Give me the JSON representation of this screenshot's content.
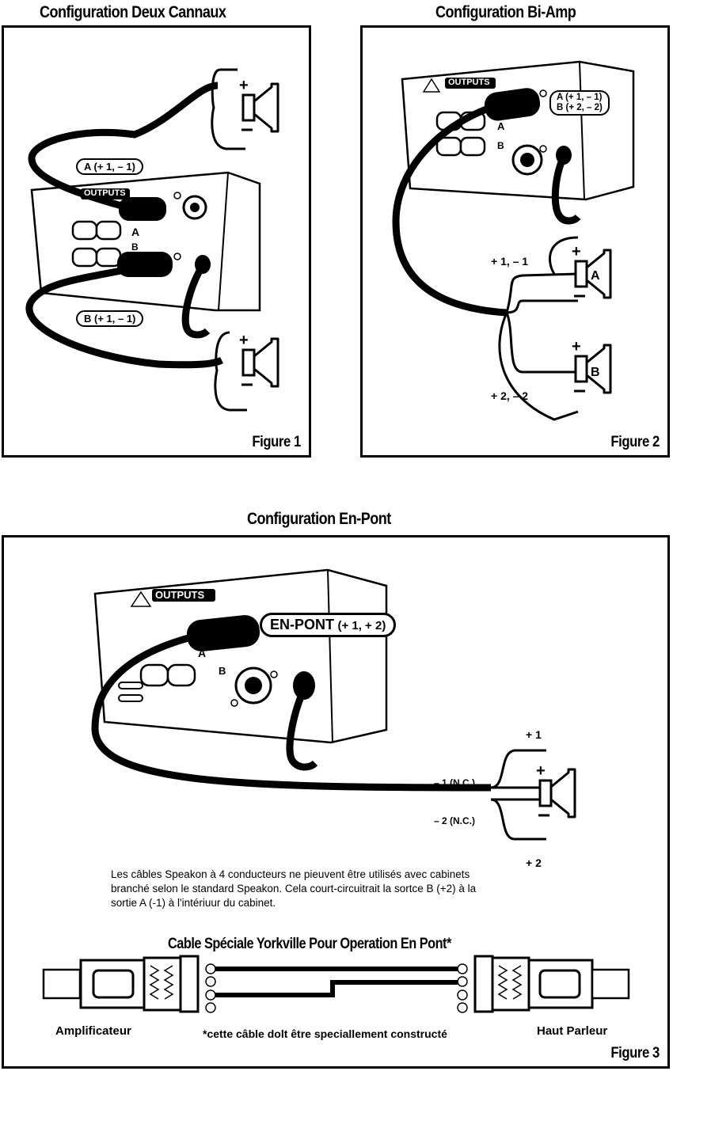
{
  "fig1": {
    "title": "Configuration Deux Cannaux",
    "label": "Figure 1",
    "cable_a": "A (+ 1, – 1)",
    "cable_b": "B (+ 1, – 1)",
    "panel_text": "OUTPUTS"
  },
  "fig2": {
    "title": "Configuration Bi-Amp",
    "label": "Figure 2",
    "cable_a": "A  (+ 1, – 1)",
    "cable_b": "B  (+ 2, – 2)",
    "pair1": "+ 1,  – 1",
    "pair2": "+ 2,  – 2",
    "speaker_a": "A",
    "speaker_b": "B",
    "panel_text": "OUTPUTS"
  },
  "fig3": {
    "title": "Configuration En-Pont",
    "label": "Figure 3",
    "bridge_bold": "EN-PONT",
    "bridge_pins": "(+ 1, + 2)",
    "pin_plus1": "+ 1",
    "pin_minus1": "– 1 (N.C.)",
    "pin_minus2": "– 2 (N.C.)",
    "pin_plus2": "+ 2",
    "panel_text": "OUTPUTS",
    "note": "Les câbles Speakon à 4 conducteurs ne pieuvent être utilisés avec cabinets branché selon le standard Speakon. Cela court-circuitrait la sortce B (+2) à la sortie A (-1) à l'intériuur du cabinet.",
    "cable_title": "Cable Spéciale Yorkville Pour Operation En Pont*",
    "amp_label": "Amplificateur",
    "speaker_label": "Haut Parleur",
    "footnote": "*cette câble dolt être speciallement constructé"
  }
}
